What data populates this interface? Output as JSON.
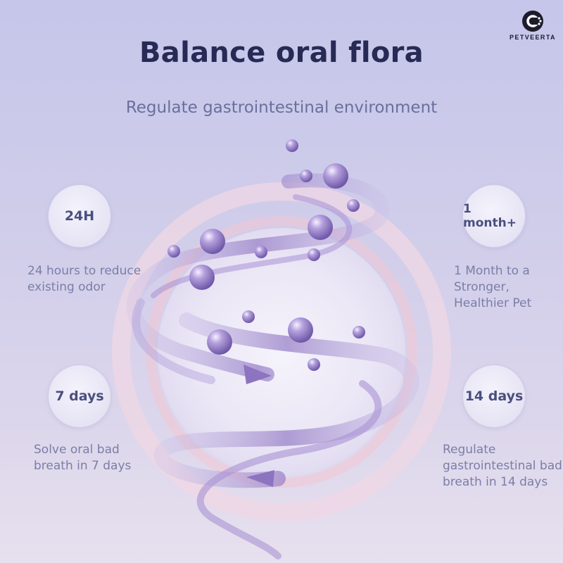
{
  "title": "Balance oral flora",
  "subtitle": "Regulate gastrointestinal environment",
  "brand": {
    "name": "PETVEERTA"
  },
  "milestones": [
    {
      "badge": "24H",
      "description": "24 hours to reduce existing odor"
    },
    {
      "badge": "1 month+",
      "description": "1 Month to a Stronger, Healthier Pet"
    },
    {
      "badge": "7 days",
      "description": "Solve oral bad breath in 7 days"
    },
    {
      "badge": "14 days",
      "description": "Regulate gastrointestinal bad breath in 14 days"
    }
  ],
  "colors": {
    "title": "#272a55",
    "subtitle": "#6b6f9e",
    "badge_text": "#4a4f80",
    "description": "#7a7ea6",
    "spiral": "#8e78c0",
    "sphere": "#9b86cc",
    "ring": "#f2c9d4"
  }
}
